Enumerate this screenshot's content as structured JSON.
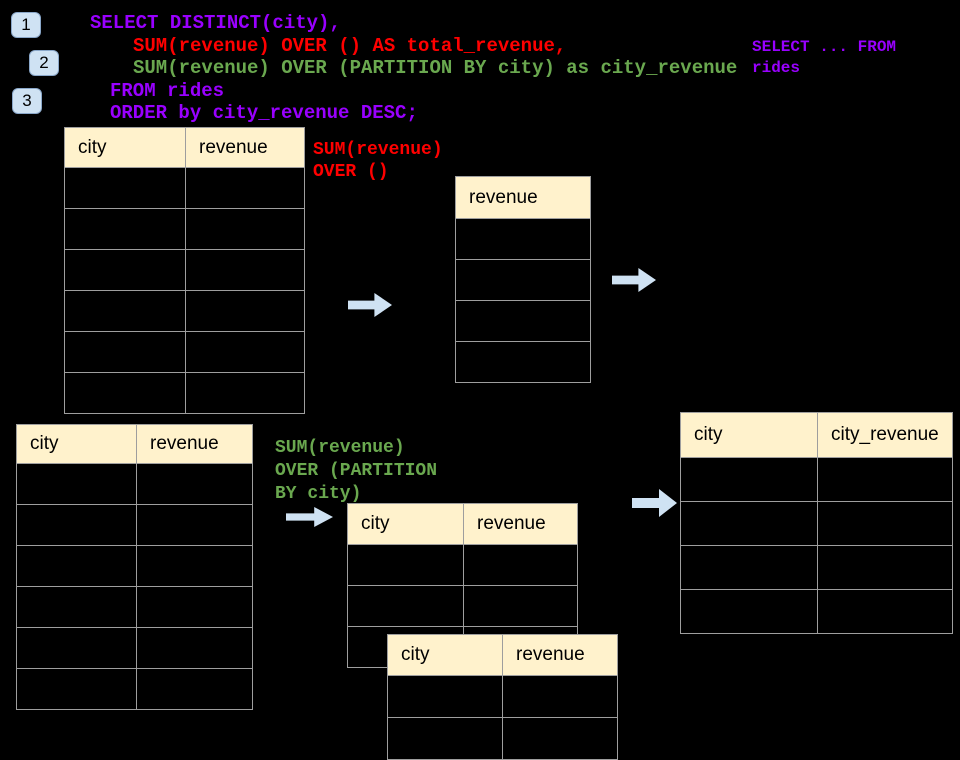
{
  "badges": [
    {
      "label": "1"
    },
    {
      "label": "2"
    },
    {
      "label": "3"
    }
  ],
  "sql": {
    "line1": "SELECT DISTINCT(city),",
    "line2": "SUM(revenue) OVER () AS total_revenue,",
    "line3": "SUM(revenue) OVER (PARTITION BY city) as city_revenue",
    "line4": "FROM rides",
    "line5": "ORDER by city_revenue DESC;"
  },
  "note": "SELECT ... FROM\nrides",
  "labels": {
    "total_revenue": "SUM(revenue)\nOVER ()",
    "partition": "SUM(revenue)\nOVER (PARTITION\nBY city)"
  },
  "tables": {
    "source_top": {
      "headers": [
        "city",
        "revenue"
      ],
      "row_count": 6
    },
    "revenue_only": {
      "headers": [
        "revenue"
      ],
      "row_count": 4
    },
    "source_bottom": {
      "headers": [
        "city",
        "revenue"
      ],
      "row_count": 6
    },
    "partition_first": {
      "headers": [
        "city",
        "revenue"
      ],
      "row_count": 3
    },
    "partition_second": {
      "headers": [
        "city",
        "revenue"
      ],
      "row_count": 2
    },
    "result": {
      "headers": [
        "city",
        "city_revenue"
      ],
      "row_count": 4
    }
  },
  "colors": {
    "background": "#000000",
    "sql_purple": "#9900ff",
    "sql_red": "#ff0000",
    "sql_green": "#6aa84f",
    "arrow_blue": "#cfe2f3",
    "badge_blue": "#cfe2f3",
    "table_header_fill": "#fff2cc",
    "table_border": "#9e9e9e"
  }
}
